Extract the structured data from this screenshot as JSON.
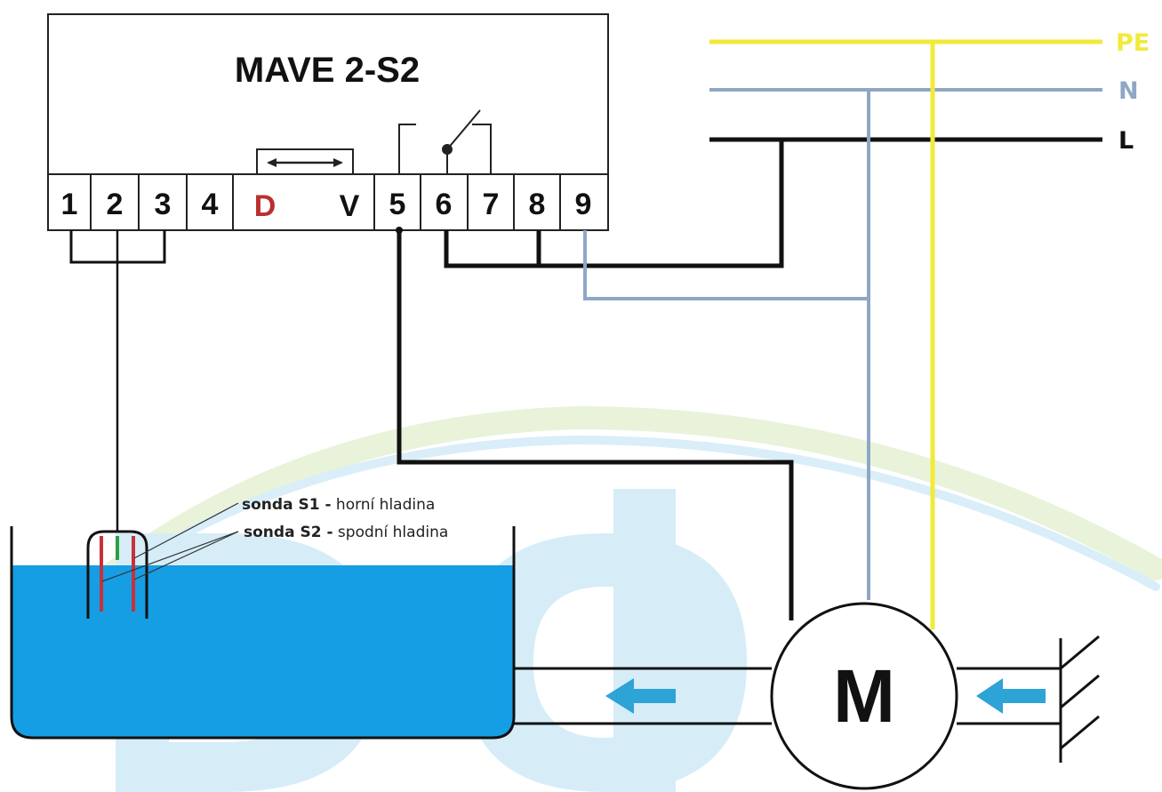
{
  "device": {
    "title": "MAVE 2-S2",
    "terminals": [
      "1",
      "2",
      "3",
      "4",
      "D",
      "V",
      "5",
      "6",
      "7",
      "8",
      "9"
    ]
  },
  "bus": {
    "pe_label": "PE",
    "n_label": "N",
    "l_label": "L"
  },
  "probes": {
    "s1_name": "sonda S1 -",
    "s1_desc": " horní hladina",
    "s2_name": "sonda S2 -",
    "s2_desc": " spodní hladina"
  },
  "motor": {
    "label": "M"
  },
  "colors": {
    "pe_wire": "#f2ea3a",
    "n_wire": "#8ea7c4",
    "l_wire": "#111111",
    "water": "#159ee4",
    "flow_arrow": "#2ea3d6",
    "probe_red": "#c8303a",
    "probe_green": "#2e9e46",
    "terminal_d": "#b9302e",
    "watermark_blue": "#d3ecf8",
    "watermark_green": "#e7f4cf"
  }
}
